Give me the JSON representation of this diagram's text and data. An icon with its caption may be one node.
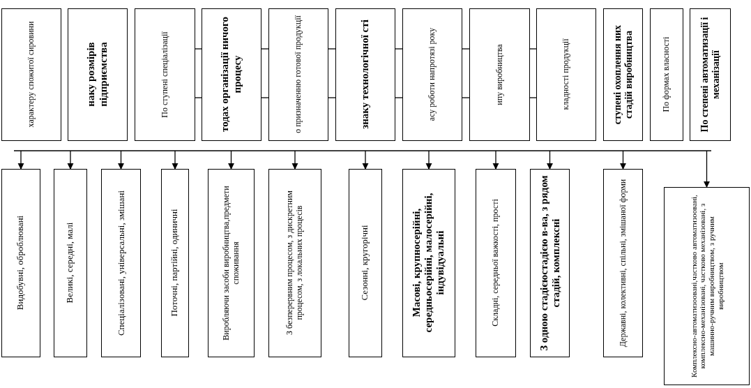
{
  "diagram": {
    "nodes": [
      {
        "text": [
          "характеру спожитої сировини"
        ]
      },
      {
        "text": [
          "наку розмірів підприємства"
        ]
      },
      {
        "text": [
          "По ступені спеціалізації"
        ]
      },
      {
        "text": [
          "тодах організації ничого процесу"
        ]
      },
      {
        "text": [
          "о призначенню готової продукції"
        ]
      },
      {
        "text": [
          "знаку технологічної сті"
        ]
      },
      {
        "text": [
          "асу роботи напротязі року"
        ]
      },
      {
        "text": [
          "ипу виробництва"
        ]
      },
      {
        "text": [
          "кладності продукції"
        ]
      },
      {
        "text": [
          "ступені охоплення них стадій виробництва"
        ]
      },
      {
        "text": [
          "По формах власності"
        ]
      },
      {
        "text": [
          "По степені автоматизації і механізації"
        ]
      },
      {
        "text": [
          "Видобувні, оброблювані"
        ]
      },
      {
        "text": [
          "Великі, середні, малі"
        ]
      },
      {
        "text": [
          "Спеціалізовані, універсальні, змішані"
        ]
      },
      {
        "text": [
          "Поточні, партійні, одиничні"
        ]
      },
      {
        "text": [
          "Виробляючи засоби виробництва,предмети споживання"
        ]
      },
      {
        "text": [
          "З безперервним процесом, з дискретним процесом, з локальних процесів"
        ]
      },
      {
        "text": [
          "Сезонні, кругорічні"
        ]
      },
      {
        "text": [
          "Масові, крупносерійні, середньосерійні, малосерійні, індувідуальні"
        ]
      },
      {
        "text": [
          "Складні, середньої важкості, прості"
        ]
      },
      {
        "text": [
          "З одною стадієюстадією в-ва, з рядом стадій, комплексні"
        ]
      },
      {
        "text": [
          "Державні, колективні, спільні, змішаної форми"
        ]
      },
      {
        "text": [
          "Комплексно-автоматизоовані,частково автоматизоовані, комплексно-механізовані, частково механізовані, з машинно-ручним виробництвом, з ручним виробництвом"
        ]
      }
    ],
    "edges": [
      {
        "from": null,
        "to": 12,
        "arrow": "to"
      },
      {
        "from": null,
        "to": 13,
        "arrow": "to"
      },
      {
        "from": null,
        "to": 14,
        "arrow": "to"
      },
      {
        "from": null,
        "to": 15,
        "arrow": "to"
      },
      {
        "from": null,
        "to": 16,
        "arrow": "to"
      },
      {
        "from": null,
        "to": 17,
        "arrow": "to"
      },
      {
        "from": null,
        "to": 18,
        "arrow": "to"
      },
      {
        "from": null,
        "to": 19,
        "arrow": "to"
      },
      {
        "from": null,
        "to": 20,
        "arrow": "to"
      },
      {
        "from": null,
        "to": 21,
        "arrow": "to"
      },
      {
        "from": null,
        "to": 22,
        "arrow": "to"
      },
      {
        "from": null,
        "to": 23,
        "arrow": "to"
      },
      {
        "from": 2,
        "to": 3,
        "arrow": "none"
      },
      {
        "from": 2,
        "to": 3,
        "arrow": "none"
      },
      {
        "from": 3,
        "to": 4,
        "arrow": "none"
      },
      {
        "from": 3,
        "to": 4,
        "arrow": "none"
      },
      {
        "from": 4,
        "to": 5,
        "arrow": "none"
      },
      {
        "from": 4,
        "to": 5,
        "arrow": "none"
      },
      {
        "from": 5,
        "to": 6,
        "arrow": "none"
      },
      {
        "from": 5,
        "to": 6,
        "arrow": "none"
      },
      {
        "from": 6,
        "to": 7,
        "arrow": "none"
      },
      {
        "from": 6,
        "to": 7,
        "arrow": "none"
      },
      {
        "from": 7,
        "to": 8,
        "arrow": "none"
      },
      {
        "from": 7,
        "to": 8,
        "arrow": "none"
      }
    ]
  }
}
